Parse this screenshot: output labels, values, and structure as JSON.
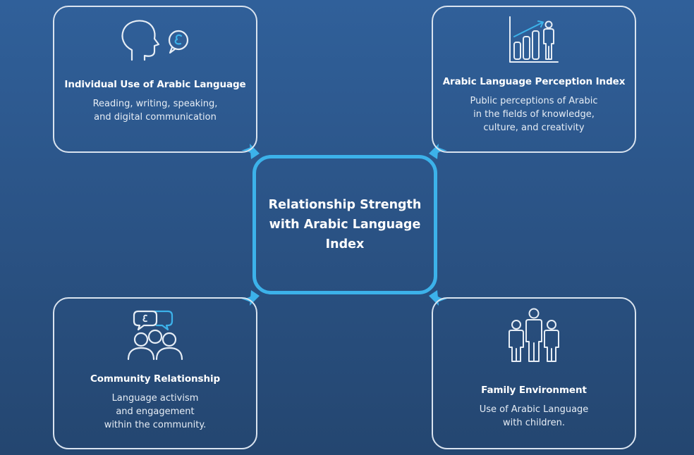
{
  "center": {
    "title": "Relationship Strength\nwith Arabic Language\nIndex"
  },
  "cards": [
    {
      "position": "top-left",
      "icon": "head-speech-bubble-icon",
      "title": "Individual Use of Arabic Language",
      "description": "Reading, writing, speaking,\nand digital communication"
    },
    {
      "position": "top-right",
      "icon": "bar-chart-person-icon",
      "title": "Arabic Language Perception Index",
      "description": "Public perceptions of Arabic\nin the fields of knowledge,\nculture, and creativity"
    },
    {
      "position": "bottom-left",
      "icon": "group-chat-icon",
      "title": "Community Relationship",
      "description": "Language activism\nand engagement\nwithin the community."
    },
    {
      "position": "bottom-right",
      "icon": "family-icon",
      "title": "Family Environment",
      "description": "Use of Arabic Language\nwith children."
    }
  ],
  "colors": {
    "background_top": "#30609a",
    "background_bottom": "#244670",
    "card_border": "#d9e3ef",
    "accent": "#3cb2ea"
  }
}
